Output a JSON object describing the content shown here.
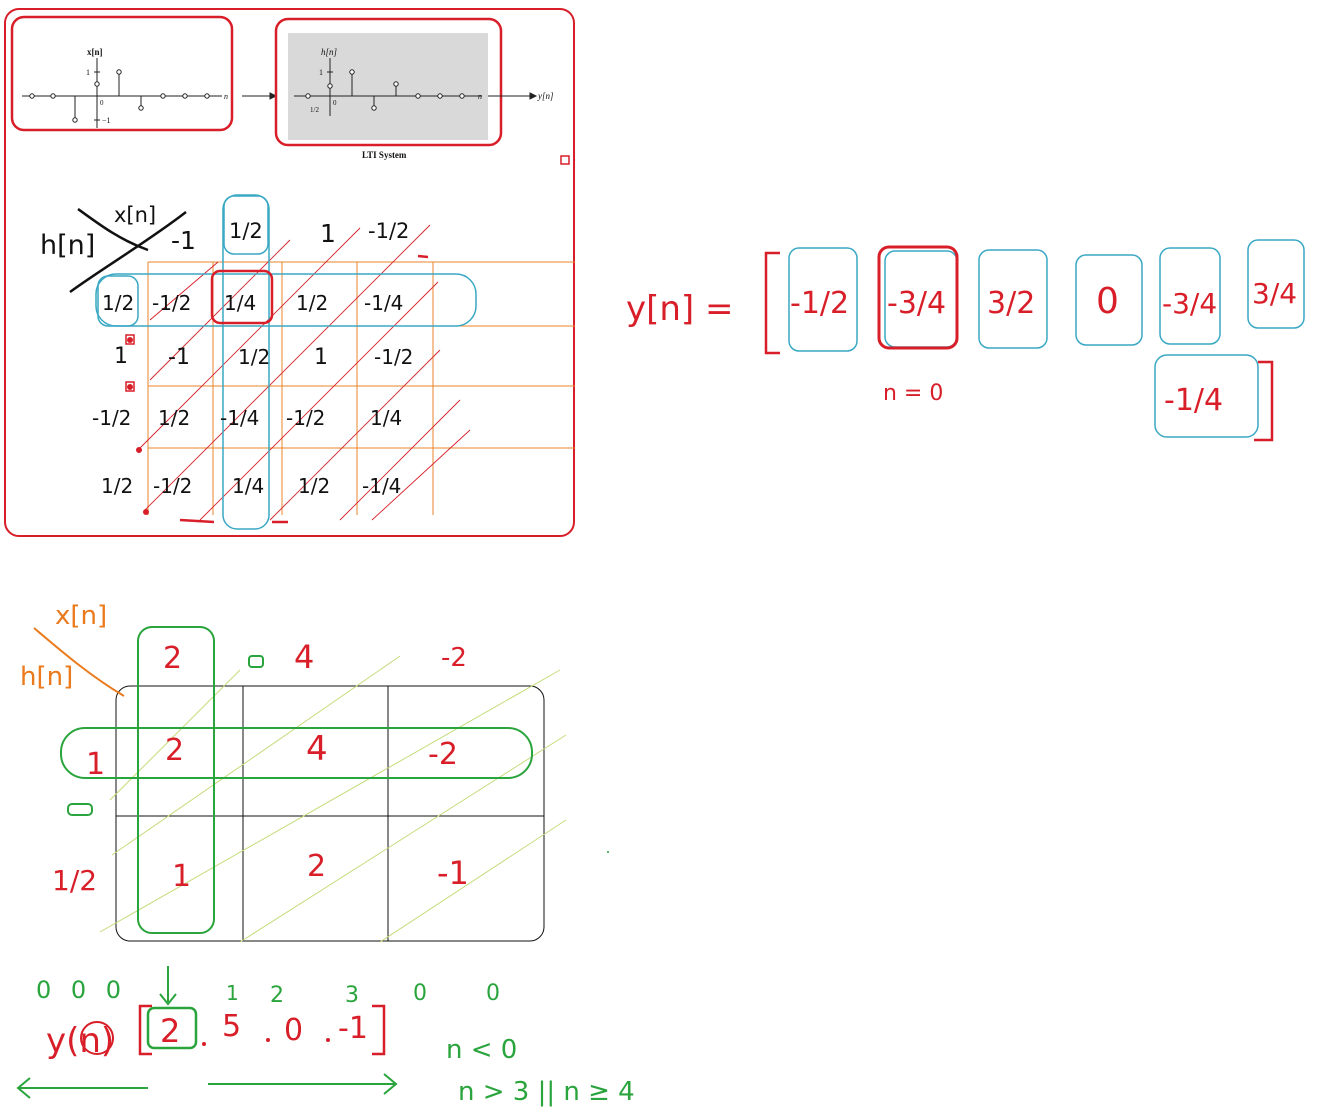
{
  "colors": {
    "red": "#d81e28",
    "teal": "#3aa8c4",
    "orange": "#e8862a",
    "green": "#2aa43c",
    "lime": "#c4dc7a",
    "black": "#111111"
  },
  "top_panel": {
    "input_plot": {
      "ylabel": "x[n]",
      "xlabel": "n",
      "tick_pos": "1",
      "tick_neg": "−1",
      "origin": "0"
    },
    "system_plot": {
      "ylabel": "h[n]",
      "xlabel": "n",
      "tick_pos": "1",
      "tick_neg": "1/2",
      "origin": "0",
      "caption": "LTI System",
      "output": "y[n]"
    },
    "table": {
      "corner_h": "h[n]",
      "corner_x": "x[n]",
      "x_values": [
        "-1",
        "1/2",
        "1",
        "-1/2"
      ],
      "rows": [
        {
          "h": "1/2",
          "cells": [
            "-1/2",
            "1/4",
            "1/2",
            "-1/4"
          ]
        },
        {
          "h": "1",
          "cells": [
            "-1",
            "1/2",
            "1",
            "-1/2"
          ]
        },
        {
          "h": "-1/2",
          "cells": [
            "1/2",
            "-1/4",
            "-1/2",
            "1/4"
          ]
        },
        {
          "h": "1/2",
          "cells": [
            "-1/2",
            "1/4",
            "1/2",
            "-1/4"
          ]
        }
      ]
    }
  },
  "result": {
    "lhs": "y[n] =",
    "values": [
      "-1/2",
      "-3/4",
      "3/2",
      "0",
      "-3/4",
      "3/4",
      "-1/4"
    ],
    "note": "n = 0"
  },
  "bottom_panel": {
    "corner_x": "x[n]",
    "corner_h": "h[n]",
    "x_values": [
      "2",
      "4",
      "-2"
    ],
    "h_values": [
      "1",
      "1/2"
    ],
    "cells": [
      [
        "2",
        "4",
        "-2"
      ],
      [
        "1",
        "2",
        "-1"
      ]
    ],
    "index_row_left": "0 0 0",
    "index_labels": [
      "1",
      "2",
      "3"
    ],
    "index_row_right": [
      "0",
      "0"
    ],
    "y_label": "y(n)",
    "y_values": [
      "2",
      "5",
      "0",
      "-1"
    ],
    "conditions": [
      "n < 0",
      "n > 3 || n ≥ 4"
    ]
  }
}
